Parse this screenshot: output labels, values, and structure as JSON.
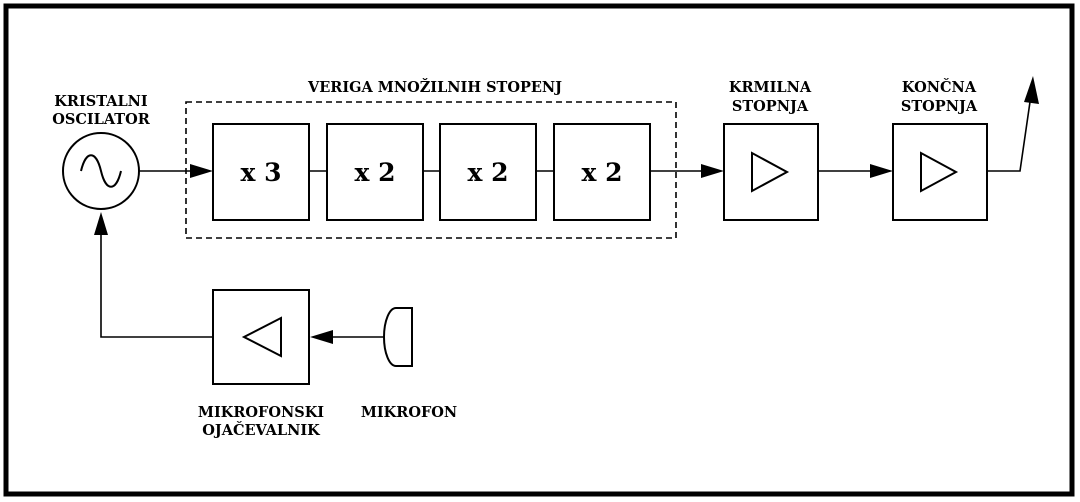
{
  "labels": {
    "oscillator": [
      "KRISTALNI",
      "OSCILATOR"
    ],
    "chain": "VERIGA MNOŽILNIH STOPENJ",
    "driver": [
      "KRMILNA",
      "STOPNJA"
    ],
    "final": [
      "KONČNA",
      "STOPNJA"
    ],
    "mic_amplifier": [
      "MIKROFONSKI",
      "OJAČEVALNIK"
    ],
    "microphone": "MIKROFON"
  },
  "multipliers": [
    "x 3",
    "x 2",
    "x 2",
    "x 2"
  ]
}
